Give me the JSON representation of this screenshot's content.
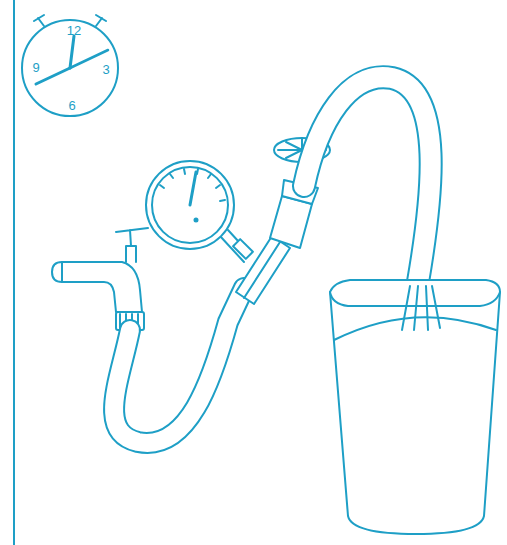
{
  "diagram": {
    "labels": [
      "12",
      "3",
      "6",
      "9"
    ]
  }
}
